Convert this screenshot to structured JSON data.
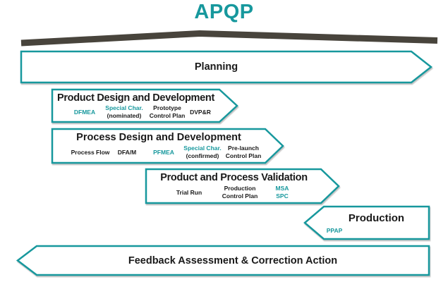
{
  "colors": {
    "teal": "#17989D",
    "roof": "#48443C",
    "ink": "#1A1A1A"
  },
  "header": {
    "title": "APQP"
  },
  "stages": [
    {
      "title": "Planning",
      "direction": "right",
      "items": []
    },
    {
      "title": "Product Design and Development",
      "direction": "right",
      "items": [
        {
          "lines": [
            {
              "text": "DFMEA",
              "color": "teal"
            }
          ]
        },
        {
          "lines": [
            {
              "text": "Special Char.",
              "color": "teal"
            },
            {
              "text": "(nominated)",
              "color": "ink"
            }
          ]
        },
        {
          "lines": [
            {
              "text": "Prototype",
              "color": "ink"
            },
            {
              "text": "Control Plan",
              "color": "ink"
            }
          ]
        },
        {
          "lines": [
            {
              "text": "DVP&R",
              "color": "ink"
            }
          ]
        }
      ]
    },
    {
      "title": "Process Design and Development",
      "direction": "right",
      "items": [
        {
          "lines": [
            {
              "text": "Process Flow",
              "color": "ink"
            }
          ]
        },
        {
          "lines": [
            {
              "text": "DFA/M",
              "color": "ink"
            }
          ]
        },
        {
          "lines": [
            {
              "text": "PFMEA",
              "color": "teal"
            }
          ]
        },
        {
          "lines": [
            {
              "text": "Special Char.",
              "color": "teal"
            },
            {
              "text": "(confirmed)",
              "color": "ink"
            }
          ]
        },
        {
          "lines": [
            {
              "text": "Pre-launch",
              "color": "ink"
            },
            {
              "text": "Control Plan",
              "color": "ink"
            }
          ]
        }
      ]
    },
    {
      "title": "Product and Process Validation",
      "direction": "right",
      "items": [
        {
          "lines": [
            {
              "text": "Trial Run",
              "color": "ink"
            }
          ]
        },
        {
          "lines": [
            {
              "text": "Production",
              "color": "ink"
            },
            {
              "text": "Control Plan",
              "color": "ink"
            }
          ]
        },
        {
          "lines": [
            {
              "text": "MSA",
              "color": "teal"
            },
            {
              "text": "SPC",
              "color": "teal"
            }
          ]
        }
      ]
    },
    {
      "title": "Production",
      "direction": "left",
      "items": [
        {
          "lines": [
            {
              "text": "PPAP",
              "color": "teal"
            }
          ]
        }
      ]
    },
    {
      "title": "Feedback Assessment & Correction Action",
      "direction": "left",
      "items": []
    }
  ]
}
